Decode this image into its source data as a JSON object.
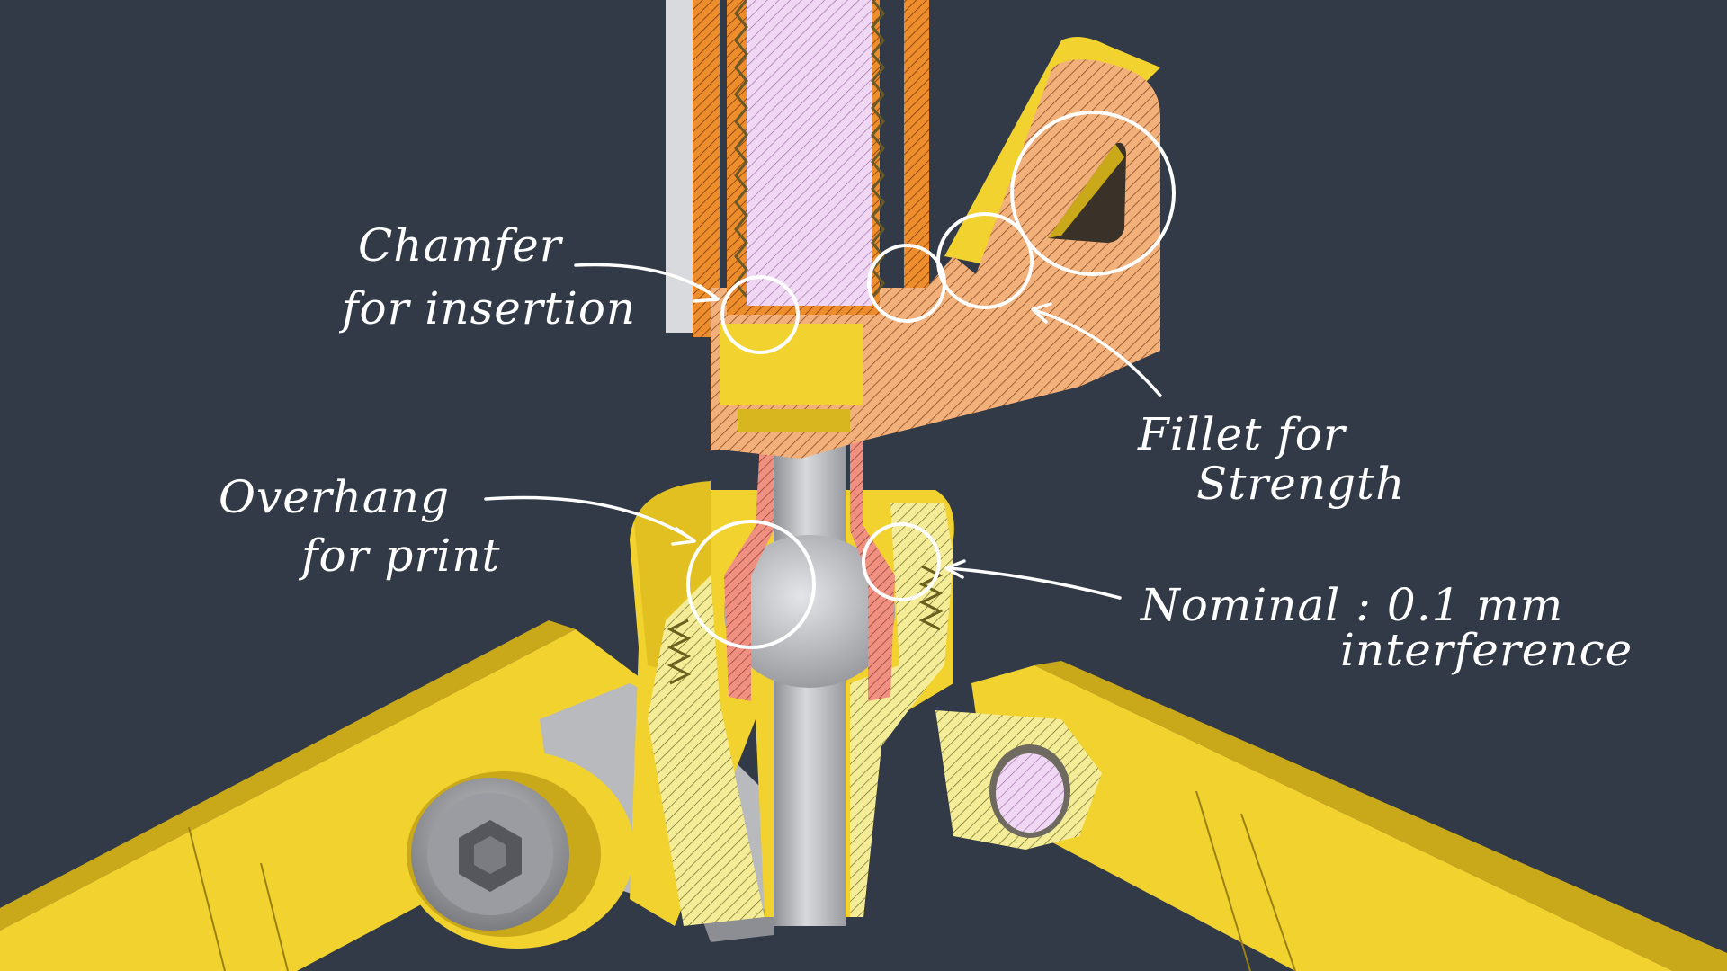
{
  "annotations": {
    "chamfer": {
      "line1": "Chamfer",
      "line2": "for insertion"
    },
    "fillet": {
      "line1": "Fillet for",
      "line2": "Strength"
    },
    "overhang": {
      "line1": "Overhang",
      "line2": "for print"
    },
    "nominal": {
      "line1": "Nominal : 0.1 mm",
      "line2": "interference"
    }
  },
  "colors": {
    "background": "#323a48",
    "yellow_body": "#f2d22e",
    "yellow_section": "#f4ec96",
    "orange_section": "#f2b07a",
    "orange_tube": "#ee8d2c",
    "pink_section": "#f09080",
    "lavender_section": "#f0d8f4",
    "steel": "#bfc0c4",
    "annotation_ink": "#ffffff"
  }
}
